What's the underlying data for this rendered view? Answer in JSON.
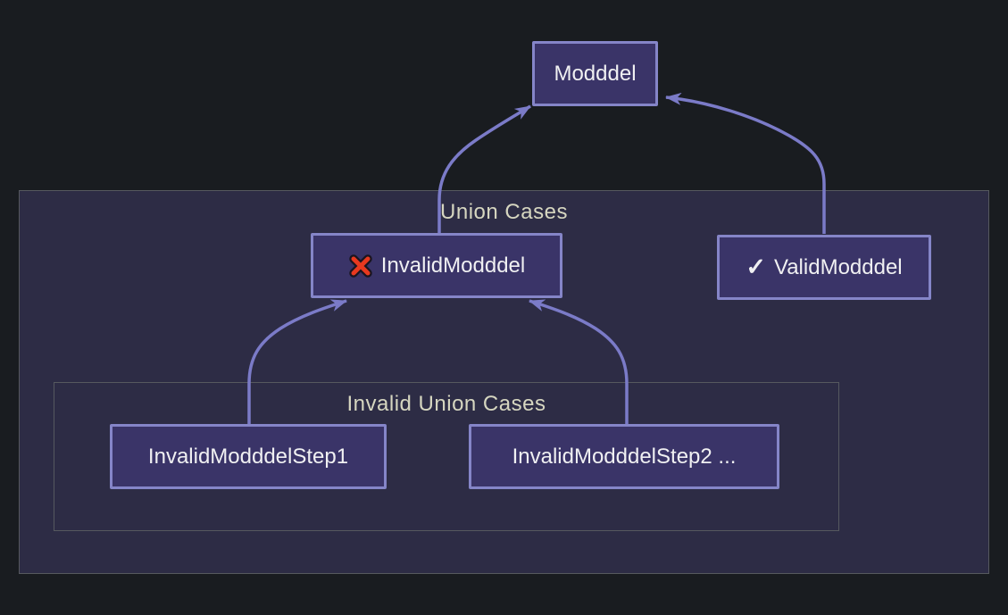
{
  "colors": {
    "background": "#191c20",
    "group_fill": "#2d2c45",
    "group_border": "#56595f",
    "group_label_text": "#d6d6c0",
    "node_fill": "#3a3468",
    "node_border": "#8585c8",
    "node_text": "#f0f0f2",
    "edge": "#7b7bc8",
    "invalid_icon_red": "#e8391f",
    "invalid_icon_outline": "#1a1520"
  },
  "groups": {
    "union_cases": {
      "label": "Union Cases"
    },
    "invalid_union_cases": {
      "label": "Invalid Union Cases"
    }
  },
  "nodes": {
    "root": {
      "label": "Modddel"
    },
    "invalid": {
      "label": "InvalidModddel",
      "icon": "red-cross-icon"
    },
    "valid": {
      "label": "ValidModddel",
      "icon": "check-icon",
      "icon_glyph": "✓"
    },
    "step1": {
      "label": "InvalidModddelStep1"
    },
    "step2": {
      "label": "InvalidModddelStep2 ..."
    }
  },
  "edges": [
    {
      "from": "InvalidModddel",
      "to": "Modddel"
    },
    {
      "from": "ValidModddel",
      "to": "Modddel"
    },
    {
      "from": "InvalidModddelStep1",
      "to": "InvalidModddel"
    },
    {
      "from": "InvalidModddelStep2",
      "to": "InvalidModddel"
    }
  ]
}
